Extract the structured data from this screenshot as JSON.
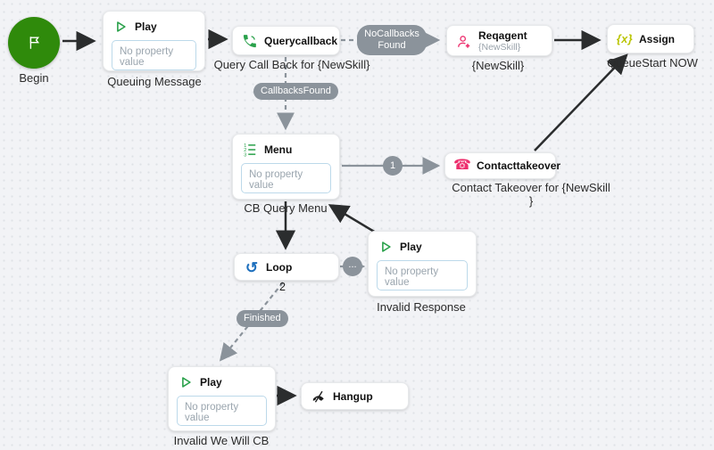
{
  "colors": {
    "green-circle": "#2f8a0b",
    "icon-green": "#2aa14b",
    "pink": "#ed2f6d",
    "olive": "#b9c400",
    "blue": "#1d6fbd",
    "gray": "#8b939b",
    "line-black": "#2b2d2e",
    "canvas": "#f2f3f6"
  },
  "flow": {
    "begin": {
      "label": "Begin"
    },
    "queuing_play": {
      "title": "Play",
      "property": "No property value",
      "label": "Queuing Message"
    },
    "querycallback": {
      "title": "Querycallback",
      "label": "Query Call Back for {NewSkill}"
    },
    "reqagent": {
      "title": "Reqagent",
      "subtitle": "{NewSkill}",
      "label": "{NewSkill}"
    },
    "assign": {
      "icon_text": "{x}",
      "title": "Assign",
      "label": "QueueStart NOW"
    },
    "menu": {
      "title": "Menu",
      "property": "No property value",
      "label": "CB Query Menu"
    },
    "contacttakeover": {
      "title": "Contacttakeover",
      "label_line1": "Contact Takeover for {NewSkill",
      "label_line2": "}"
    },
    "loop": {
      "title": "Loop"
    },
    "invalid_response_play": {
      "title": "Play",
      "property": "No property value",
      "label": "Invalid Response"
    },
    "invalid_cb_play": {
      "title": "Play",
      "property": "No property value",
      "label": "Invalid We Will CB"
    },
    "hangup": {
      "title": "Hangup"
    }
  },
  "connectors": {
    "no_callbacks_found": "NoCallbacksFound",
    "callbacks_found": "CallbacksFound",
    "branch_1": "1",
    "branch_2": "2",
    "dots": "...",
    "finished": "Finished"
  }
}
